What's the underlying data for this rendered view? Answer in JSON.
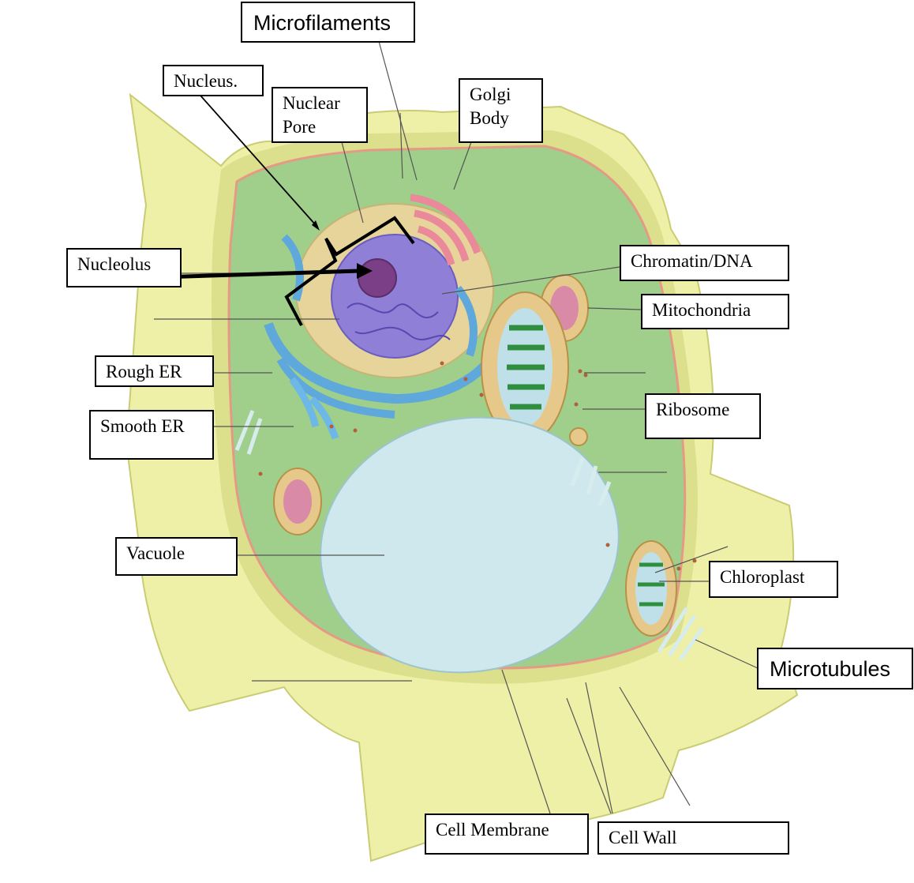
{
  "labels": {
    "microfilaments": "Microfilaments",
    "nucleus": "Nucleus.",
    "nuclear_pore": "Nuclear\nPore",
    "golgi_body": "Golgi\nBody",
    "nucleolus": "Nucleolus",
    "chromatin_dna": "Chromatin/DNA",
    "mitochondria": "Mitochondria",
    "rough_er": "Rough ER",
    "smooth_er": "Smooth ER",
    "ribosome": "Ribosome",
    "vacuole": "Vacuole",
    "chloroplast": "Chloroplast",
    "microtubules": "Microtubules",
    "cell_membrane": "Cell Membrane",
    "cell_wall": "Cell Wall"
  },
  "colors": {
    "cell_wall": "#eef0a8",
    "cell_wall_shade": "#d9dc86",
    "cytoplasm": "#9fcf8a",
    "membrane": "#e59a86",
    "nucleus": "#8f7fd6",
    "nucleus_envelope": "#e6d49a",
    "er_blue": "#5ea8dc",
    "golgi_pink": "#e9899a",
    "vacuole": "#cfe8ee",
    "chloroplast_green": "#2f8f3f",
    "mitochondria_pink": "#d98aa6"
  }
}
